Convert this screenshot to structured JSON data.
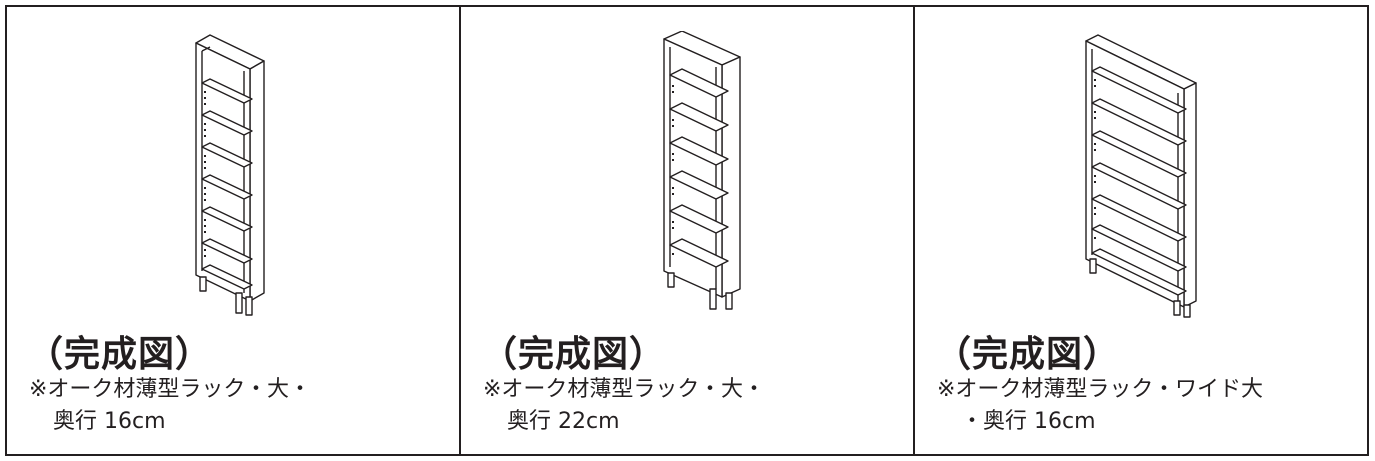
{
  "panels": [
    {
      "title": "（完成図）",
      "desc_line1": "※オーク材薄型ラック・大・",
      "desc_line2": "奥行 16cm"
    },
    {
      "title": "（完成図）",
      "desc_line1": "※オーク材薄型ラック・大・",
      "desc_line2": "奥行 22cm"
    },
    {
      "title": "（完成図）",
      "desc_line1": "※オーク材薄型ラック・ワイド大",
      "desc_line2": "・奥行 16cm"
    }
  ],
  "colors": {
    "ink": "#231f20",
    "background": "#ffffff"
  },
  "icons": [
    "narrow-shelf-16cm-icon",
    "narrow-shelf-22cm-icon",
    "wide-shelf-16cm-icon"
  ]
}
